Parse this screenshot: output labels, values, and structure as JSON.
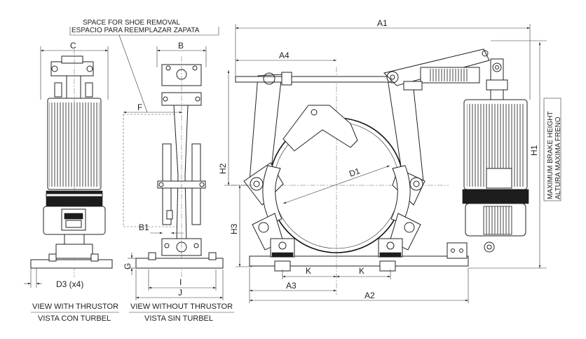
{
  "notes": {
    "shoe_removal_en": "SPACE FOR SHOE REMOVAL",
    "shoe_removal_es": "ESPACIO PARA REEMPLAZAR ZAPATA",
    "max_height_en": "MAXIMUM BRAKE HEIGHT",
    "max_height_es": "ALTURA MAXIMA FRENO"
  },
  "captions": {
    "with_thrustor_en": "VIEW WITH THRUSTOR",
    "with_thrustor_es": "VISTA CON TURBEL",
    "without_thrustor_en": "VIEW WITHOUT THRUSTOR",
    "without_thrustor_es": "VISTA SIN TURBEL"
  },
  "dimensions": {
    "A1": "A1",
    "A2": "A2",
    "A3": "A3",
    "A4": "A4",
    "B": "B",
    "B1": "B1",
    "C": "C",
    "D1": "D1",
    "D3": "D3 (x4)",
    "F": "F",
    "G": "G",
    "H1": "H1",
    "H2": "H2",
    "H3": "H3",
    "I": "I",
    "J": "J",
    "K_left": "K",
    "K_right": "K"
  }
}
